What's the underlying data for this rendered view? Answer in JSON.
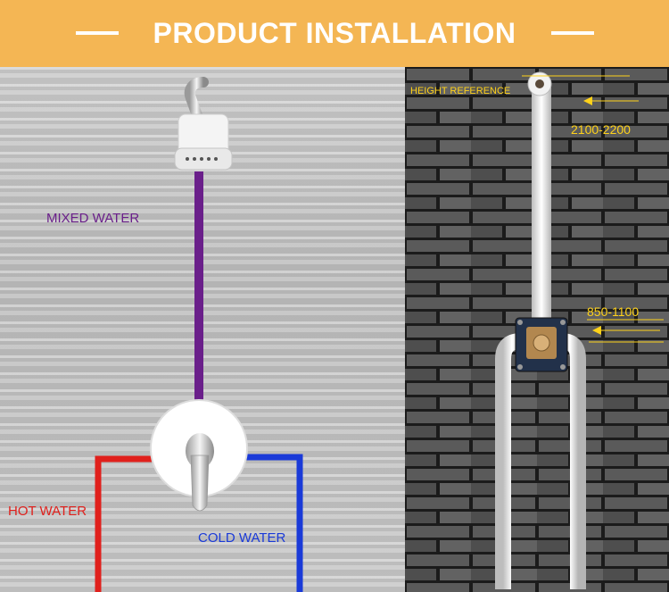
{
  "banner": {
    "title": "PRODUCT INSTALLATION"
  },
  "left_diagram": {
    "mixed_label": "MIXED WATER",
    "hot_label": "HOT WATER",
    "cold_label": "COLD WATER",
    "colors": {
      "mixed": "#6a1f8a",
      "hot": "#e0201c",
      "cold": "#1a3ad8"
    }
  },
  "right_diagram": {
    "height_label": "HEIGHT REFERENCE",
    "top_range": "2100-2200",
    "mid_range": "850-1100",
    "accent": "#ffd21a"
  }
}
